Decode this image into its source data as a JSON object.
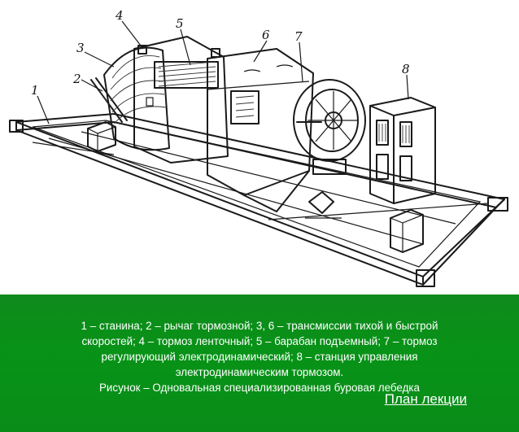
{
  "figure": {
    "callouts": [
      "1",
      "2",
      "3",
      "4",
      "5",
      "6",
      "7",
      "8"
    ]
  },
  "caption": {
    "lines": [
      "1 – станина; 2 – рычаг тормозной; 3, 6 – трансмиссии тихой и быстрой",
      "скоростей; 4 – тормоз ленточный; 5 – барабан подъемный; 7 – тормоз",
      "регулирующий электродинамический; 8 – станция управления",
      "электродинамическим тормозом.",
      "Рисунок – Одновальная специализированная буровая лебедка"
    ]
  },
  "nav": {
    "plan_link_label": "План лекции"
  },
  "colors": {
    "caption_background": "#079317",
    "caption_text": "#ffffff"
  }
}
